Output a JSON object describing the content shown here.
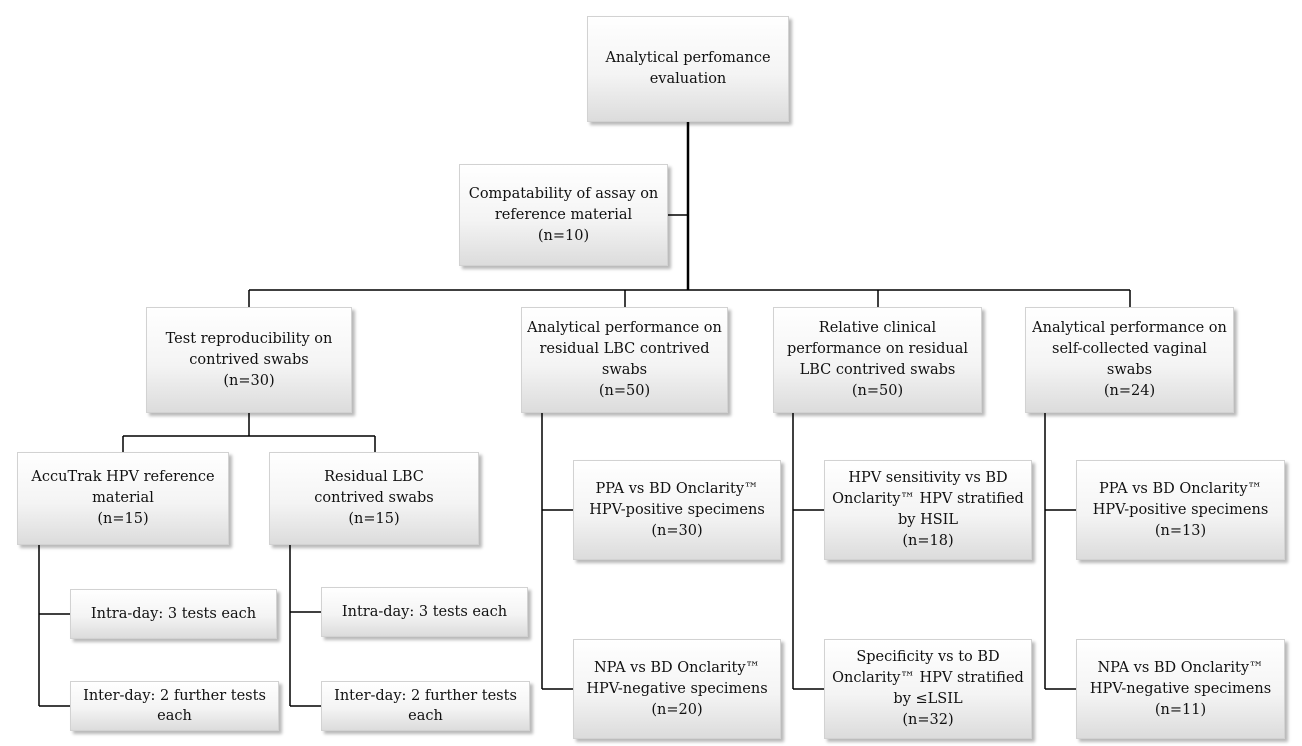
{
  "nodes": {
    "root": {
      "text": "Analytical perfomance evaluation"
    },
    "compat": {
      "text": "Compatability of assay on reference material",
      "n": "(n=10)"
    },
    "repro": {
      "text": "Test reproducibility on contrived swabs",
      "n": "(n=30)"
    },
    "ap_lbc": {
      "text": "Analytical performance on residual LBC contrived swabs",
      "n": "(n=50)"
    },
    "rel_clin": {
      "text": "Relative clinical performance on residual LBC contrived swabs",
      "n": "(n=50)"
    },
    "ap_self": {
      "text": "Analytical performance on self-collected vaginal swabs",
      "n": "(n=24)"
    },
    "accutrak": {
      "text": "AccuTrak HPV reference material",
      "n": "(n=15)"
    },
    "resid_lbc": {
      "text": "Residual LBC contrived swabs",
      "n": "(n=15)"
    },
    "intra1": {
      "text": "Intra-day: 3 tests each"
    },
    "inter1": {
      "text": "Inter-day: 2 further tests each"
    },
    "intra2": {
      "text": "Intra-day: 3 tests each"
    },
    "inter2": {
      "text": "Inter-day: 2 further tests each"
    },
    "ppa_lbc": {
      "text": "PPA vs BD Onclarity™ HPV-positive specimens",
      "n": "(n=30)"
    },
    "npa_lbc": {
      "text": "NPA vs BD Onclarity™ HPV-negative specimens",
      "n": "(n=20)"
    },
    "sens": {
      "text": "HPV sensitivity vs BD Onclarity™ HPV stratified by HSIL",
      "n": "(n=18)"
    },
    "spec": {
      "text": "Specificity vs to BD Onclarity™ HPV stratified by ≤LSIL",
      "n": "(n=32)"
    },
    "ppa_self": {
      "text": "PPA vs BD Onclarity™ HPV-positive specimens",
      "n": "(n=13)"
    },
    "npa_self": {
      "text": "NPA vs BD Onclarity™ HPV-negative specimens",
      "n": "(n=11)"
    }
  }
}
